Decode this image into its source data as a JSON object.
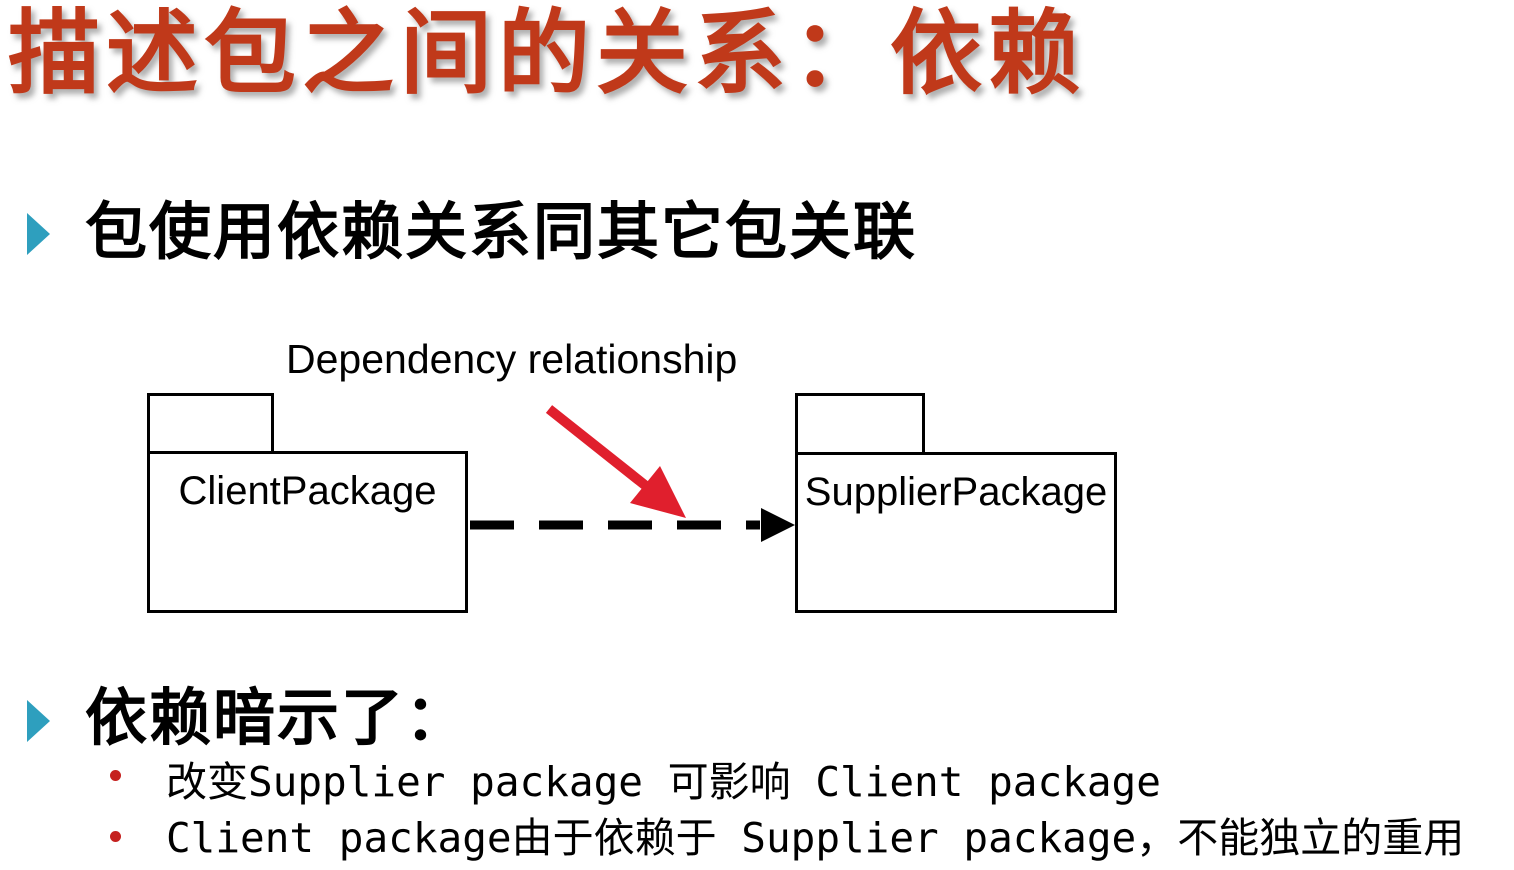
{
  "slide": {
    "title": "描述包之间的关系：依赖",
    "background_color": "#FFFFFF"
  },
  "colors": {
    "title_red": "#C0391A",
    "bullet_marker_teal": "#2E9FBE",
    "annotation_arrow_red": "#E01F2D",
    "sub_bullet_dot_red": "#C5201E",
    "diagram_line_black": "#000000",
    "text_black": "#000000"
  },
  "bullets": [
    {
      "marker": "right-triangle",
      "label": "包使用依赖关系同其它包关联"
    },
    {
      "marker": "right-triangle",
      "label": "依赖暗示了："
    }
  ],
  "sub_bullets": [
    {
      "marker": "dot",
      "label": "改变Supplier package 可影响 Client package"
    },
    {
      "marker": "dot",
      "label": "Client package由于依赖于 Supplier package，不能独立的重用"
    }
  ],
  "diagram": {
    "annotation_label": "Dependency relationship",
    "connector_style": "dashed-arrow",
    "packages": [
      {
        "name": "ClientPackage"
      },
      {
        "name": "SupplierPackage"
      }
    ]
  }
}
